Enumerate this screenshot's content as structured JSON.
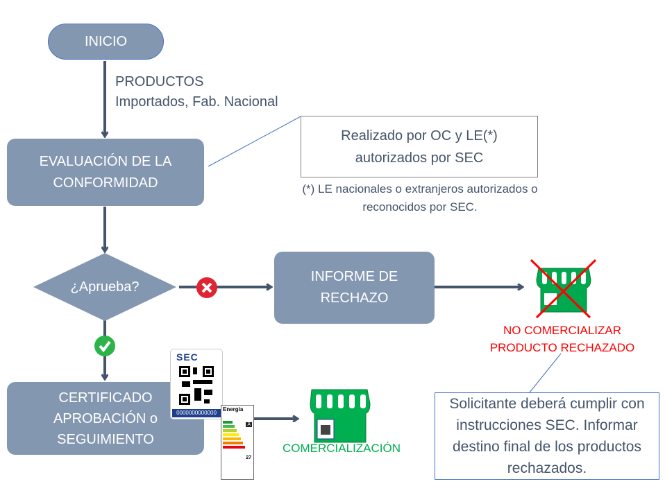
{
  "nodes": {
    "start": "INICIO",
    "evaluation": "EVALUACIÓN DE LA CONFORMIDAD",
    "decision": "¿Aprueba?",
    "rejection_report": "INFORME DE RECHAZO",
    "certificate": "CERTIFICADO APROBACIÓN o SEGUIMIENTO"
  },
  "labels": {
    "products_line1": "PRODUCTOS",
    "products_line2": "Importados, Fab. Nacional",
    "performed_by": "Realizado por OC y LE(*) autorizados por SEC",
    "footnote": "(*) LE nacionales o extranjeros autorizados o reconocidos por SEC.",
    "no_sale_line1": "NO COMERCIALIZAR",
    "no_sale_line2": "PRODUCTO RECHAZADO",
    "commercialization": "COMERCIALIZACIÓN",
    "applicant_note": "Solicitante deberá cumplir con instrucciones SEC. Informar destino final de los productos rechazados."
  },
  "sec_badge": {
    "logo": "SEC",
    "number": "0000000000000"
  },
  "energy_label": {
    "title": "Energía",
    "class": "A",
    "value": "27"
  },
  "colors": {
    "box": "#8497b0",
    "arrow": "#44546a",
    "store": "#00b050",
    "reject": "#ff0000",
    "approve": "#2db34a"
  },
  "icons": [
    "cross-circle-icon",
    "check-circle-icon",
    "store-icon",
    "store-crossed-icon",
    "qr-code-icon"
  ]
}
